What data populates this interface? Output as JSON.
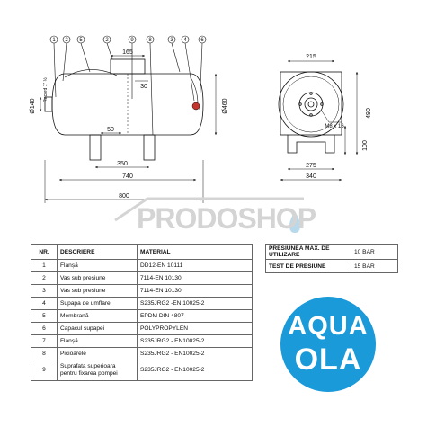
{
  "drawing": {
    "callouts_front": [
      "1",
      "2",
      "5",
      "2",
      "9",
      "8",
      "3",
      "4",
      "6"
    ],
    "dims": {
      "d165": "165",
      "d30": "30",
      "d50": "50",
      "d350": "350",
      "d740": "740",
      "d800": "800",
      "d460": "Ø460",
      "d140": "Ø140",
      "conn": "Racord 1\" ½",
      "d215": "215",
      "d490": "490",
      "d275": "275",
      "d340": "340",
      "d100": "100",
      "m8": "M8 x 16"
    }
  },
  "watermark": {
    "text": "PRODOSHOP"
  },
  "parts_table": {
    "headers": [
      "NR.",
      "DESCRIERE",
      "MATERIAL"
    ],
    "rows": [
      {
        "nr": "1",
        "desc": "Flanșă",
        "mat": "DD12-EN 10111"
      },
      {
        "nr": "2",
        "desc": "Vas sub presiune",
        "mat": "7114-EN 10130"
      },
      {
        "nr": "3",
        "desc": "Vas sub presiune",
        "mat": "7114-EN 10130"
      },
      {
        "nr": "4",
        "desc": "Supapa de umflare",
        "mat": "S235JRG2 -EN 10025-2"
      },
      {
        "nr": "5",
        "desc": "Membrană",
        "mat": "EPDM DIN 4807"
      },
      {
        "nr": "6",
        "desc": "Capacul supapei",
        "mat": "POLYPROPYLEN"
      },
      {
        "nr": "7",
        "desc": "Flanșă",
        "mat": "S235JRG2 - EN10025-2"
      },
      {
        "nr": "8",
        "desc": "Picioarele",
        "mat": "S235JRG2 - EN10025-2"
      },
      {
        "nr": "9",
        "desc": "Suprafata superioara pentru fixarea pompei",
        "mat": "S235JRG2 - EN10025-2"
      }
    ]
  },
  "spec_table": [
    {
      "label": "PRESIUNEA MAX. DE UTILIZARE",
      "value": "10 BAR"
    },
    {
      "label": "TEST DE PRESIUNE",
      "value": "15 BAR"
    }
  ],
  "logo": {
    "line1": "AQUA",
    "line2": "OLA",
    "color": "#1a9ad9"
  }
}
